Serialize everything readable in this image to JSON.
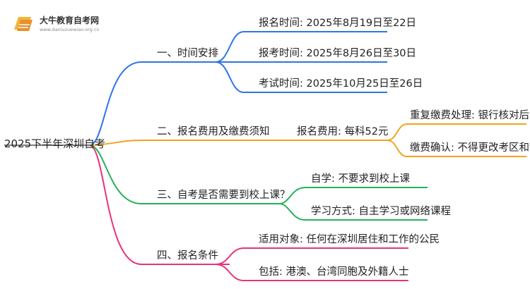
{
  "logo": {
    "title": "大牛教育自考网",
    "url": "www.daniuzuewiao.org.cn"
  },
  "root": "2025下半年深圳自考",
  "branches": [
    {
      "label": "一、时间安排",
      "color": "#2f74e6",
      "leaves": [
        "报名时间: 2025年8月19日至22日",
        "报考时间: 2025年8月26日至30日",
        "考试时间: 2025年10月25日至26日"
      ]
    },
    {
      "label": "二、报名费用及缴费须知",
      "color": "#f2a31c",
      "mid": "报名费用: 每科52元",
      "leaves": [
        "重复缴费处理: 银行核对后退回",
        "缴费确认: 不得更改考区和课程"
      ]
    },
    {
      "label": "三、自考是否需要到校上课？",
      "color": "#21b35b",
      "leaves": [
        "自学: 不要求到校上课",
        "学习方式: 自主学习或网络课程"
      ]
    },
    {
      "label": "四、报名条件",
      "color": "#e8327a",
      "leaves": [
        "适用对象: 任何在深圳居住和工作的公民",
        "包括: 港澳、台湾同胞及外籍人士"
      ]
    }
  ]
}
